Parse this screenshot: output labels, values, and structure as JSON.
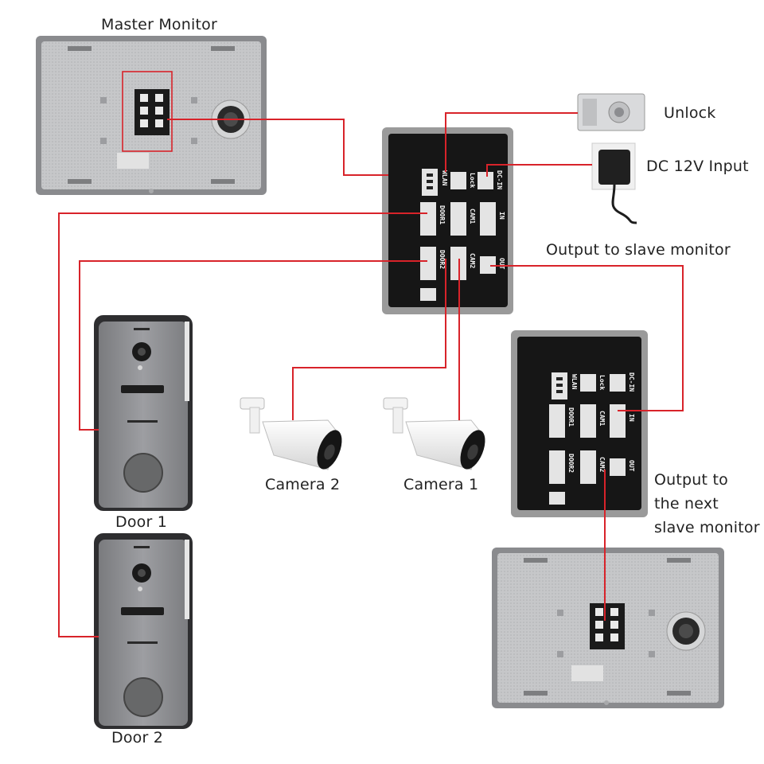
{
  "labels": {
    "master_monitor": "Master Monitor",
    "unlock": "Unlock",
    "dc_input": "DC 12V Input",
    "output_slave": "Output to slave monitor",
    "output_next_line1": "Output to",
    "output_next_line2": "the next",
    "output_next_line3": "slave monitor",
    "camera1": "Camera 1",
    "camera2": "Camera 2",
    "door1": "Door 1",
    "door2": "Door 2"
  },
  "terminals": {
    "wlan": "WLAN",
    "lock": "Lock",
    "dc_in": "DC-IN",
    "door1": "DOOR1",
    "cam1": "CAM1",
    "in": "IN",
    "door2": "DOOR2",
    "cam2": "CAM2",
    "out": "OUT"
  },
  "colors": {
    "wire": "#d8232a",
    "monitor_body": "#c9cacb",
    "terminal_panel": "#161616",
    "door_panel": "#8f8f92"
  }
}
